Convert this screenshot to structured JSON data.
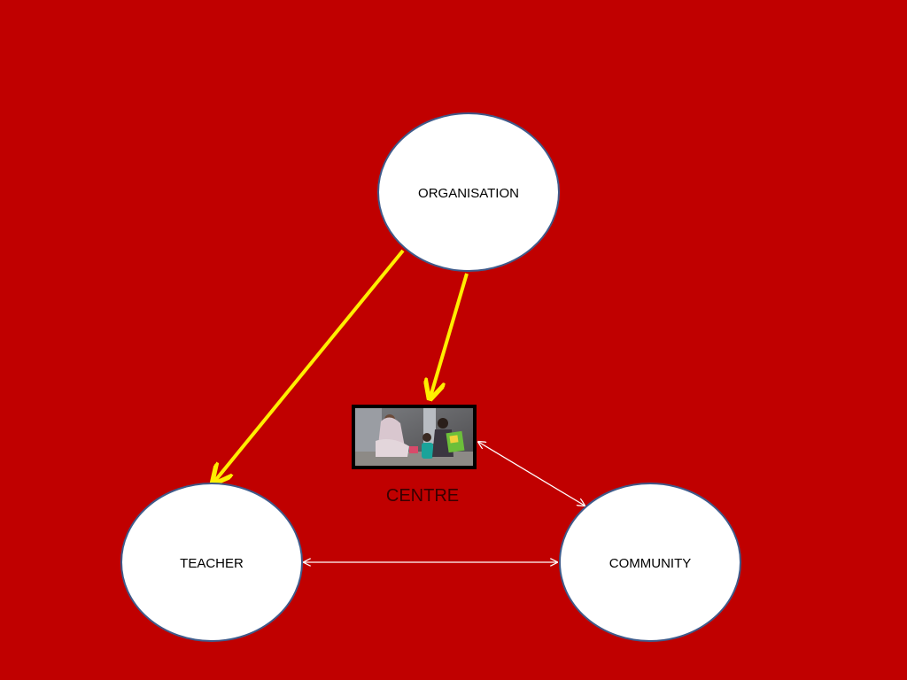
{
  "diagram": {
    "nodes": {
      "organisation": {
        "label": "ORGANISATION"
      },
      "teacher": {
        "label": "TEACHER"
      },
      "community": {
        "label": "COMMUNITY"
      },
      "centre": {
        "label": "CENTRE",
        "image_icon": "photo-icon"
      }
    },
    "edges": [
      {
        "from": "organisation",
        "to": "teacher",
        "style": "yellow-arrow"
      },
      {
        "from": "organisation",
        "to": "centre",
        "style": "yellow-arrow"
      },
      {
        "from": "teacher",
        "to": "community",
        "style": "white-double-arrow"
      },
      {
        "from": "centre",
        "to": "community",
        "style": "white-double-arrow"
      }
    ],
    "colors": {
      "background": "#c00000",
      "node_fill": "#ffffff",
      "node_stroke": "#3f5a8a",
      "yellow_arrow": "#ffee00",
      "white_arrow": "#ffffff"
    }
  }
}
